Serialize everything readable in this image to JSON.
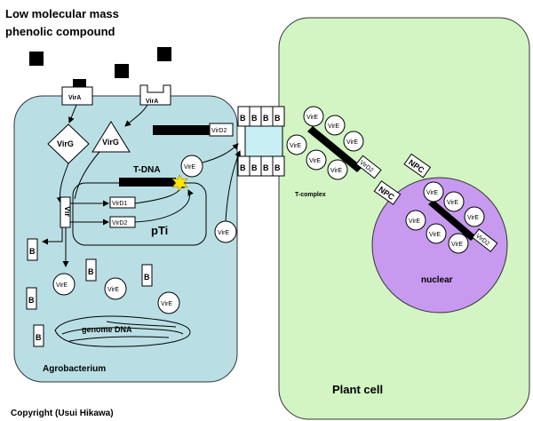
{
  "phenolic_label": [
    "Low molecular mass",
    "phenolic compound"
  ],
  "agro_label": "Agrobacterium",
  "plant_label": "Plant cell",
  "nucleus_label": "nuclear",
  "copyright": "Copyright (Usui Hikawa)",
  "genes": {
    "vira": "VirA",
    "virg": "VirG",
    "vird1": "VirD1",
    "vird2": "VirD2",
    "vire": "VirE",
    "vir": "Vir"
  },
  "tdna_label": "T-DNA",
  "pti_label": "pTi",
  "genome_label": "genome DNA",
  "b_letter": "B",
  "tcomplex_label": "T-complex",
  "npc_label": "NPC",
  "colors": {
    "bacterium": "#b9dfe5",
    "plant_cell": "#d2f5c3",
    "nucleus": "#c79af0",
    "channel": "#c8f0f4"
  }
}
